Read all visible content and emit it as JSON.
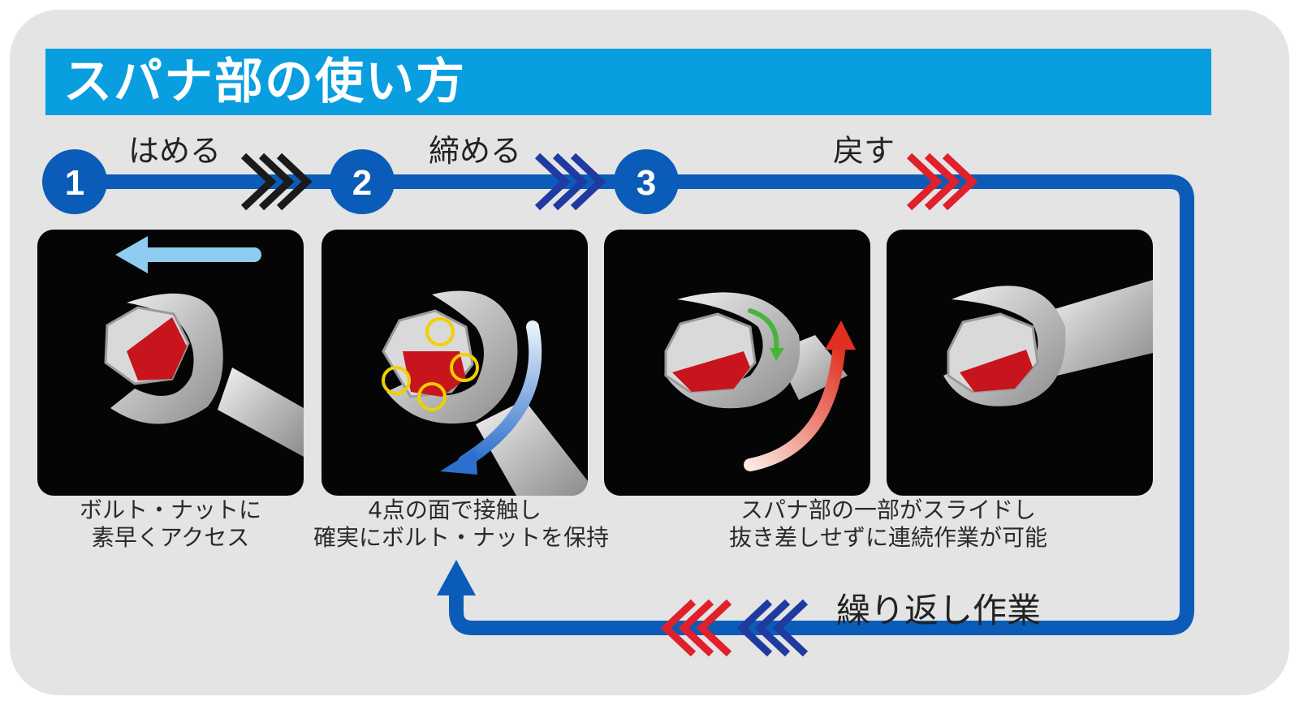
{
  "title": "スパナ部の使い方",
  "steps": [
    {
      "number": "1",
      "label": "はめる"
    },
    {
      "number": "2",
      "label": "締める"
    },
    {
      "number": "3",
      "label": "戻す"
    }
  ],
  "captions": {
    "panel1": {
      "line1": "ボルト・ナットに",
      "line2": "素早くアクセス"
    },
    "panel2": {
      "line1": "4点の面で接触し",
      "line2": "確実にボルト・ナットを保持"
    },
    "panel3": {
      "line1": "スパナ部の一部がスライドし",
      "line2": "抜き差しせずに連続作業が可能"
    }
  },
  "repeat_label": "繰り返し作業",
  "colors": {
    "flow_line": "#0b5cb8",
    "title_bar": "#089ee0",
    "chevron_black": "#1a1a1a",
    "chevron_blue": "#1f3aa0",
    "chevron_red": "#e0202a",
    "nut_red": "#c8141c",
    "contact_circle": "#f2d000",
    "motion_arrow_light_blue": "#8fcdf0",
    "slide_arrow_green": "#49b43a",
    "rotate_arrow_blue": "#2c6fcc",
    "rotate_arrow_red": "#e03020"
  },
  "icons": [
    "chevron-right-icon",
    "chevron-left-icon",
    "wrench-icon",
    "nut-icon",
    "arrow-left-icon",
    "curved-arrow-icon"
  ]
}
